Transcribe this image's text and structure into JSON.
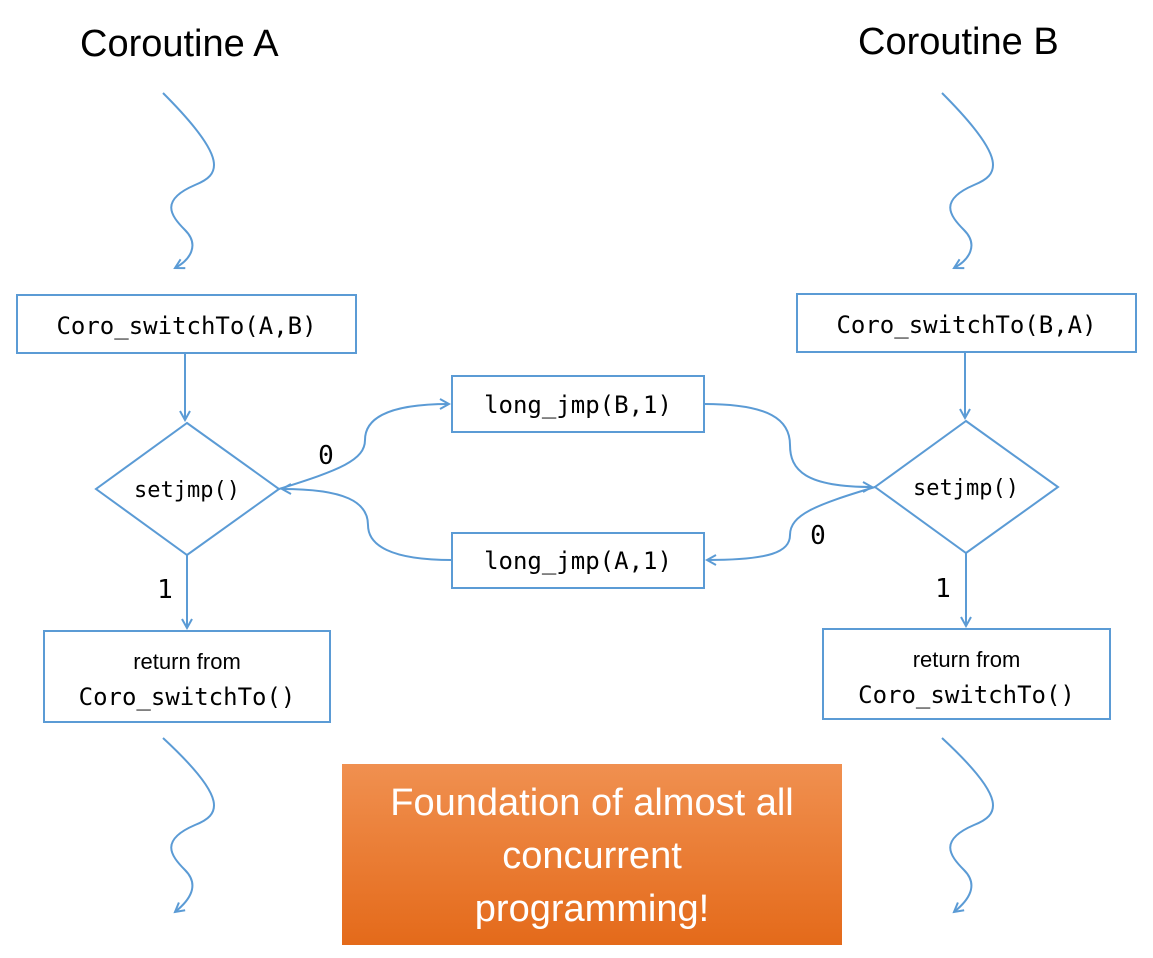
{
  "coroutine_a": {
    "title": "Coroutine A",
    "switch_call": "Coro_switchTo(A,B)",
    "decision": "setjmp()",
    "return_line1": "return from",
    "return_line2": "Coro_switchTo()"
  },
  "coroutine_b": {
    "title": "Coroutine B",
    "switch_call": "Coro_switchTo(B,A)",
    "decision": "setjmp()",
    "return_line1": "return from",
    "return_line2": "Coro_switchTo()"
  },
  "middle": {
    "jump_to_b": "long_jmp(B,1)",
    "jump_to_a": "long_jmp(A,1)"
  },
  "edge_labels": {
    "a_zero": "0",
    "b_zero": "0",
    "a_one": "1",
    "b_one": "1"
  },
  "callout": {
    "line1": "Foundation of almost all",
    "line2": "concurrent",
    "line3": "programming!"
  },
  "colors": {
    "stroke": "#5b9bd5",
    "callout_top": "#f08e4d",
    "callout_bottom": "#e56b1c",
    "text": "#000000"
  }
}
